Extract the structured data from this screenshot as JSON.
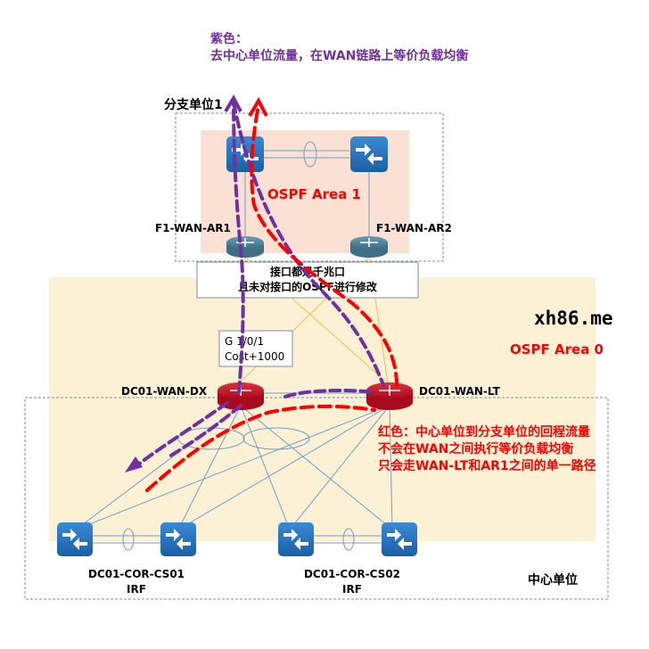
{
  "purple_note": {
    "title": "紫色：",
    "text": "去中心单位流量，在WAN链路上等价负载均衡"
  },
  "branch": {
    "title": "分支单位1",
    "area_label": "OSPF Area 1",
    "router_left": "F1-WAN-AR1",
    "router_right": "F1-WAN-AR2"
  },
  "interface_note": {
    "line1": "接口都是千兆口",
    "line2": "且未对接口的OSPF进行修改"
  },
  "watermark": "xh86.me",
  "area0_label": "OSPF Area 0",
  "cost_box": {
    "line1": "G 1/0/1",
    "line2": "Cost+1000"
  },
  "dc_routers": {
    "left": "DC01-WAN-DX",
    "right": "DC01-WAN-LT"
  },
  "red_note": {
    "line1": "红色：中心单位到分支单位的回程流量",
    "line2": "不会在WAN之间执行等价负载均衡",
    "line3": "只会走WAN-LT和AR1之间的单一路径"
  },
  "core_switches": [
    {
      "name": "DC01-COR-CS01",
      "sub": "IRF"
    },
    {
      "name": "DC01-COR-CS02",
      "sub": "IRF"
    }
  ],
  "center_label": "中心单位",
  "colors": {
    "purple": "#7030a0",
    "red": "#ff0000",
    "area0_fill": "#fdf1d5",
    "area1_fill": "#fae1d3",
    "switch_blue": "#1f6fb8",
    "router_red": "#c8102e",
    "router_teal": "#4a7f96"
  }
}
